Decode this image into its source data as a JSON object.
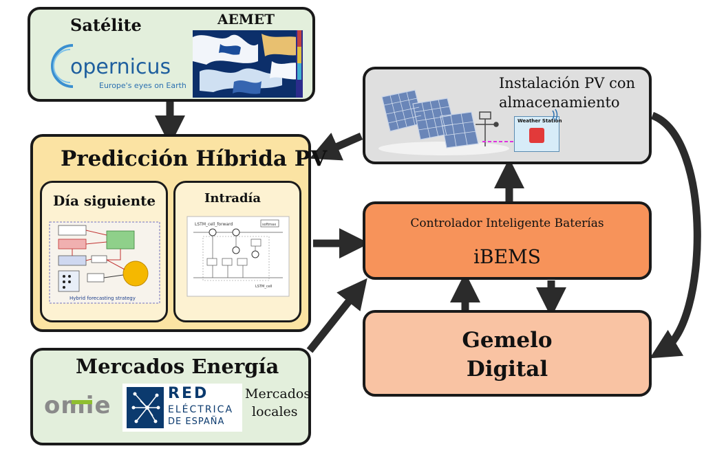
{
  "satellite": {
    "title": "Satélite",
    "aemet_label": "AEMET",
    "copernicus_text": "opernicus",
    "copernicus_tagline": "Europe's eyes on Earth"
  },
  "prediction": {
    "title": "Predicción Híbrida PV",
    "day_ahead": {
      "title": "Día siguiente",
      "figure_caption": "Hybrid forecasting strategy"
    },
    "intraday": {
      "title": "Intradía",
      "figure_labels": [
        "LSTM_cell_forward",
        "LSTM_cell",
        "softmax"
      ]
    }
  },
  "pv_installation": {
    "title_line1": "Instalación PV con",
    "title_line2": "almacenamiento",
    "weather_station_label": "Weather Station"
  },
  "controller": {
    "subtitle": "Controlador Inteligente Baterías",
    "title": "iBEMS"
  },
  "digital_twin": {
    "line1": "Gemelo",
    "line2": "Digital"
  },
  "markets": {
    "title": "Mercados Energía",
    "omie_logo": "omie",
    "ree_line1": "RED",
    "ree_line2": "ELÉCTRICA",
    "ree_line3": "DE ESPAÑA",
    "local_line1": "Mercados",
    "local_line2": "locales"
  },
  "colors": {
    "green_box": "#e3efdc",
    "yellow_box": "#fbe3a3",
    "gray_box": "#dfdfdf",
    "orange_box": "#f7935a",
    "peach_box": "#f9c3a3",
    "arrow": "#2b2b2b",
    "ree_blue": "#0b3a6e"
  }
}
